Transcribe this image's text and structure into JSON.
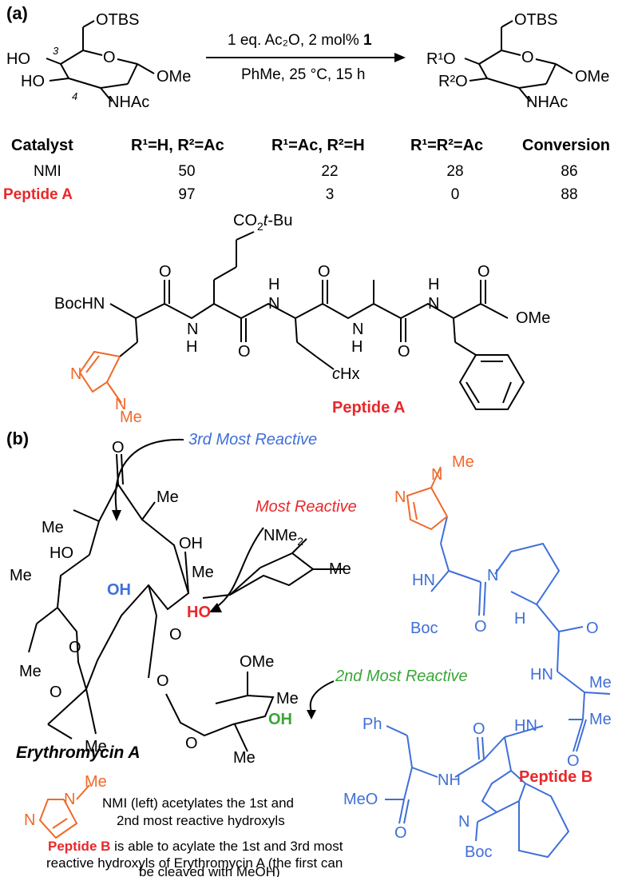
{
  "panel_a": {
    "label": "(a)",
    "sm": {
      "otbs": "OTBS",
      "ho3": "HO",
      "ho4": "HO",
      "ome": "OMe",
      "nhac": "NHAc",
      "pos3": "3",
      "pos4": "4",
      "ring_o": "O"
    },
    "conditions": {
      "line1": "1 eq. Ac₂O, 2 mol% ",
      "line1_bold": "1",
      "line2": "PhMe, 25 °C, 15 h"
    },
    "prod": {
      "otbs": "OTBS",
      "r1o": "R¹O",
      "r2o": "R²O",
      "ome": "OMe",
      "nhac": "NHAc",
      "ring_o": "O"
    },
    "table": {
      "headers": [
        "Catalyst",
        "R¹=H, R²=Ac",
        "R¹=Ac, R²=H",
        "R¹=R²=Ac",
        "Conversion"
      ],
      "rows": [
        {
          "catalyst": "NMI",
          "v1": "50",
          "v2": "22",
          "v3": "28",
          "conv": "86"
        },
        {
          "catalyst": "Peptide A",
          "v1": "97",
          "v2": "3",
          "v3": "0",
          "conv": "88"
        }
      ]
    },
    "peptide_a": {
      "co2tbu": "CO₂t-Bu",
      "bochn": "BocHN",
      "o": "O",
      "nh": "N",
      "h": "H",
      "ome": "OMe",
      "chx": "cHx",
      "n": "N",
      "me": "Me",
      "name": "Peptide A"
    }
  },
  "panel_b": {
    "label": "(b)",
    "third": "3rd Most Reactive",
    "most": "Most Reactive",
    "second": "2nd Most Reactive",
    "ery": {
      "name": "Erythromycin A",
      "o": "O",
      "me": "Me",
      "ho": "HO",
      "oh": "OH",
      "ome": "OMe",
      "nme2": "NMe₂"
    },
    "nmi_caption1": "NMI (left) acetylates the 1st and",
    "nmi_caption2": "2nd most reactive hydroxyls",
    "pepB_caption_name": "Peptide B",
    "pepB_caption1_rest": " is able to acylate the 1st and 3rd most",
    "pepB_caption2": "reactive hydroxyls of Erythromycin A (the first can",
    "pepB_caption3": "be cleaved with MeOH)",
    "peptide_b": {
      "name": "Peptide B",
      "me": "Me",
      "n": "N",
      "hn": "HN",
      "nh": "NH",
      "boc": "Boc",
      "o": "O",
      "h": "H",
      "ph": "Ph",
      "meo": "MeO"
    }
  },
  "colors": {
    "red": "#e8282b",
    "orange": "#f0692a",
    "blue": "#3f6fd8",
    "green": "#3aa636",
    "black": "#000000"
  }
}
